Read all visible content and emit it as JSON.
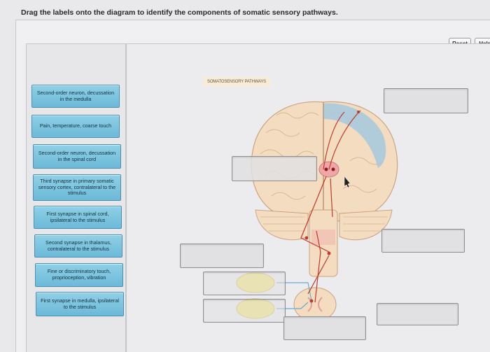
{
  "instruction": "Drag the labels onto the diagram to identify the components of somatic sensory pathways.",
  "toolbar": {
    "reset_label": "Reset",
    "help_label": "Help"
  },
  "diagram_title": "SOMATOSENSORY PATHWAYS",
  "labels": [
    "Second-order neuron, decussation in the medulla",
    "Pain, temperature, coarse touch",
    "Second-order neuron, decussation in the spinal cord",
    "Third synapse in primary somatic sensory cortex, contralateral to the stimulus",
    "First synapse in spinal cord, ipsilateral to the stimulus",
    "Second synapse in thalamus, contralateral to the stimulus",
    "Fine or discriminatory touch, proprioception, vibration",
    "First synapse in medulla, ipsilateral to the stimulus"
  ],
  "colors": {
    "chip": "#7cc4df",
    "cortex_band": "#a9c9dc",
    "brain": "#f3dcc0",
    "pathway_red": "#c0392b",
    "pathway_blue": "#6aa9cf",
    "ganglion": "#f2e27a"
  }
}
